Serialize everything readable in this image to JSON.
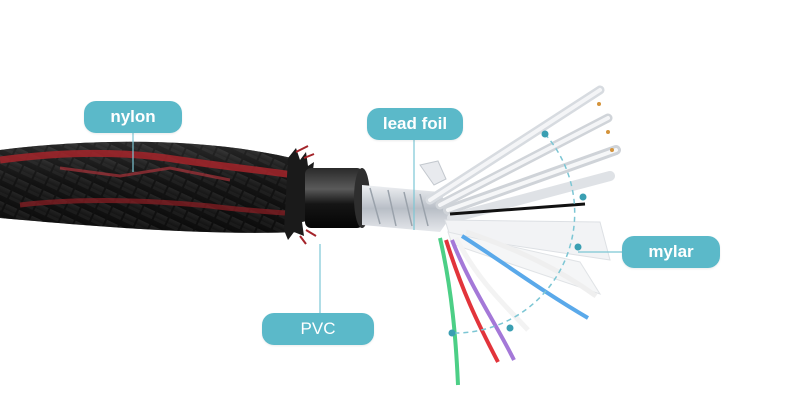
{
  "colors": {
    "label_bg": "#5bb9c9",
    "leader_line": "#7cc6d4",
    "braid_black": "#1d1d1d",
    "braid_red": "#a4242a",
    "foil_silver": "#c9cdd2",
    "wire_green": "#4ccf86",
    "wire_red": "#e2343b",
    "wire_purple": "#a478d8",
    "wire_blue": "#5aa9ea"
  },
  "labels": {
    "nylon": "nylon",
    "lead_foil": "lead foil",
    "mylar": "mylar",
    "pvc": "PVC"
  }
}
